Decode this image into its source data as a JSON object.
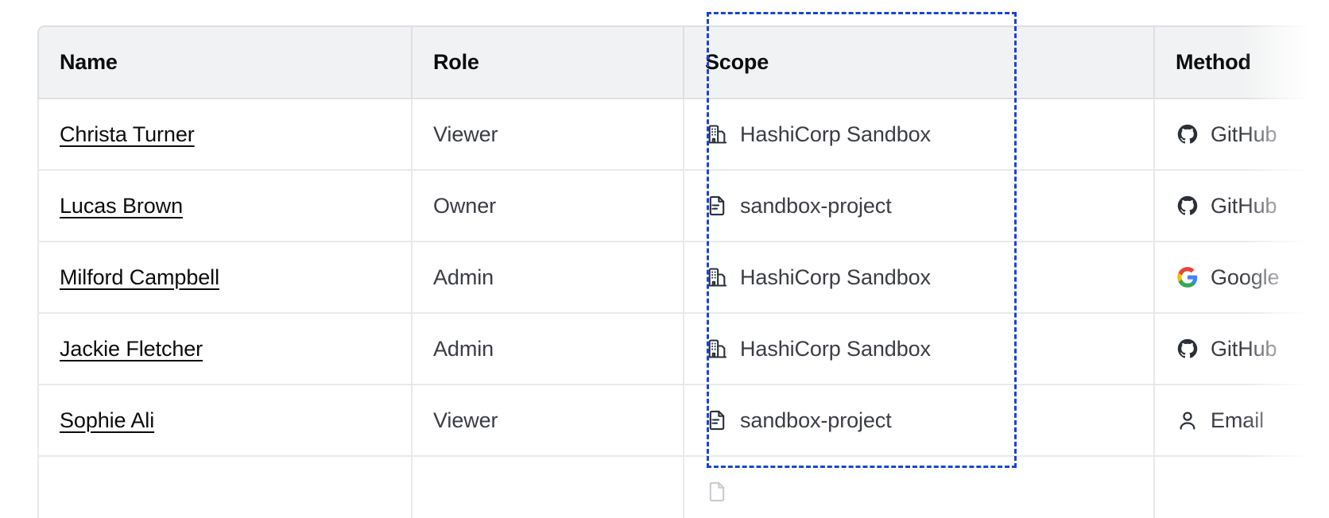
{
  "table": {
    "columns": [
      {
        "key": "name",
        "label": "Name"
      },
      {
        "key": "role",
        "label": "Role"
      },
      {
        "key": "scope",
        "label": "Scope"
      },
      {
        "key": "method",
        "label": "Method"
      }
    ],
    "rows": [
      {
        "name": "Christa Turner",
        "role": "Viewer",
        "scope": "HashiCorp Sandbox",
        "scope_icon": "organization-icon",
        "method": "GitHub",
        "method_icon": "github-icon"
      },
      {
        "name": "Lucas Brown",
        "role": "Owner",
        "scope": "sandbox-project",
        "scope_icon": "project-icon",
        "method": "GitHub",
        "method_icon": "github-icon"
      },
      {
        "name": "Milford Campbell",
        "role": "Admin",
        "scope": "HashiCorp Sandbox",
        "scope_icon": "organization-icon",
        "method": "Google",
        "method_icon": "google-icon"
      },
      {
        "name": "Jackie Fletcher",
        "role": "Admin",
        "scope": "HashiCorp Sandbox",
        "scope_icon": "organization-icon",
        "method": "GitHub",
        "method_icon": "github-icon"
      },
      {
        "name": "Sophie Ali",
        "role": "Viewer",
        "scope": "sandbox-project",
        "scope_icon": "project-icon",
        "method": "Email",
        "method_icon": "person-icon"
      }
    ]
  },
  "selection": {
    "target_column": "Scope",
    "border_color": "#1B45D0",
    "style": "dashed"
  },
  "colors": {
    "header_background": "#F1F2F3",
    "header_text": "#0C0C0E",
    "body_text": "#3B3D45",
    "link_text": "#0C0C0E",
    "row_border": "#E8E9EB",
    "header_border": "#DEDFE2",
    "github_icon": "#2B3038",
    "google_blue": "#4285F4",
    "google_red": "#EA4335",
    "google_yellow": "#FBBC05",
    "google_green": "#34A853"
  }
}
